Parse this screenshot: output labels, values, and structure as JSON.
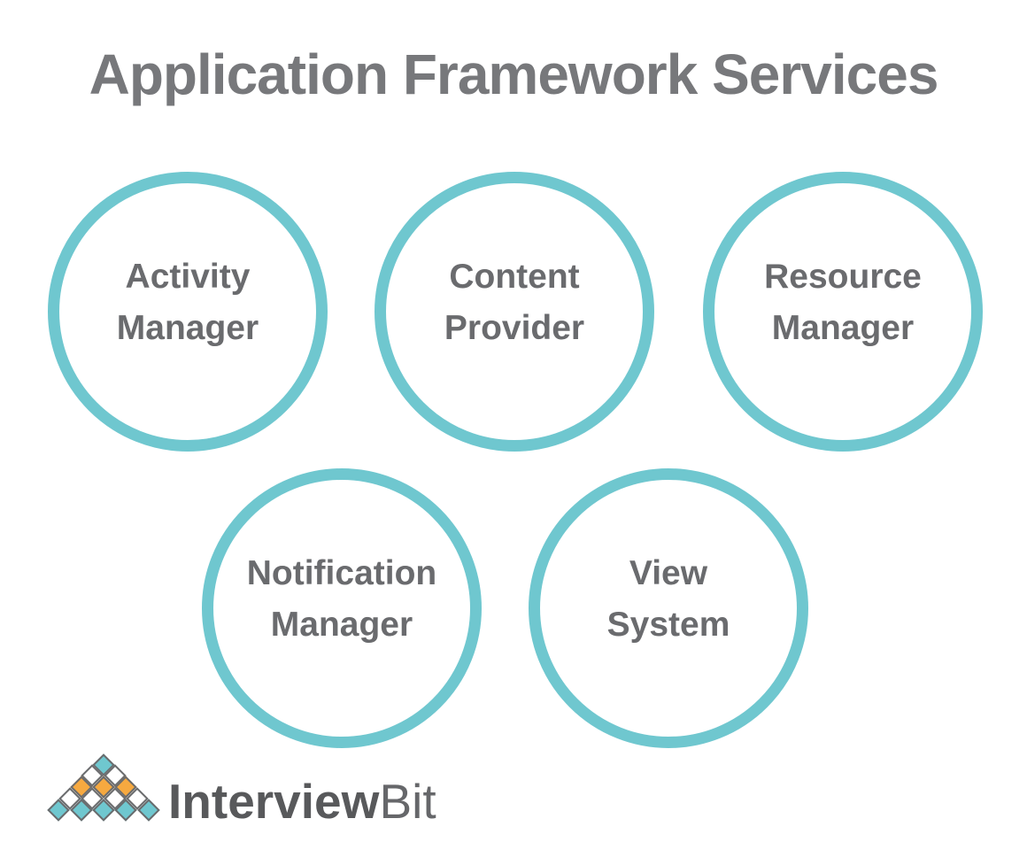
{
  "title": "Application Framework Services",
  "colors": {
    "teal": "#6FC7CF",
    "orange": "#F6A940",
    "white": "#FFFFFF",
    "title-gray": "#77787B",
    "circle-text": "#6A6B6E",
    "logo-border": "#6A6B6D",
    "logo-text": "#58595B",
    "logo-text-light": "#66676A"
  },
  "circles": [
    {
      "id": "activity-manager",
      "line1": "Activity",
      "line2": "Manager"
    },
    {
      "id": "content-provider",
      "line1": "Content",
      "line2": "Provider"
    },
    {
      "id": "resource-manager",
      "line1": "Resource",
      "line2": "Manager"
    },
    {
      "id": "notification-manager",
      "line1": "Notification",
      "line2": "Manager"
    },
    {
      "id": "view-system",
      "line1": "View",
      "line2": "System"
    }
  ],
  "logo": {
    "brand_bold": "Interview",
    "brand_light": "Bit",
    "pyramid_rows": [
      [
        "teal"
      ],
      [
        "white",
        "white"
      ],
      [
        "orange",
        "orange",
        "orange"
      ],
      [
        "white",
        "white",
        "white",
        "white"
      ],
      [
        "teal",
        "teal",
        "teal",
        "teal",
        "teal"
      ]
    ]
  }
}
